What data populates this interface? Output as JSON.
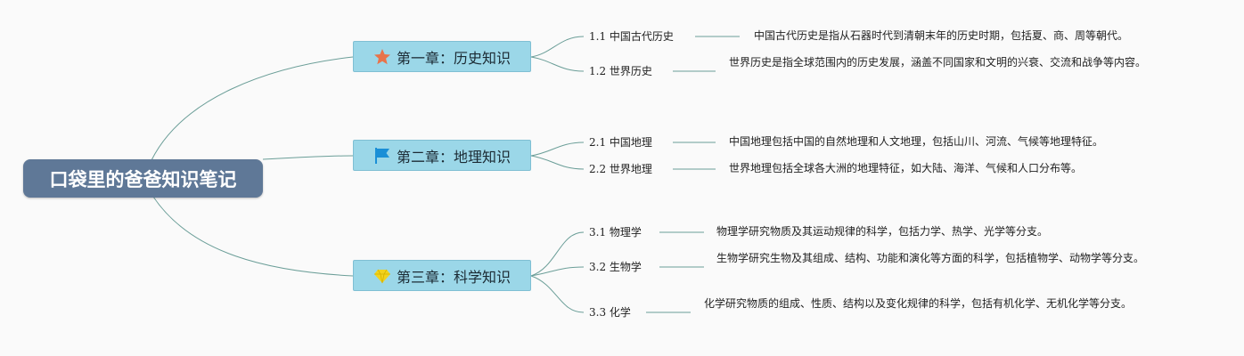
{
  "root": {
    "title": "口袋里的爸爸知识笔记"
  },
  "chapters": [
    {
      "title": "第一章：历史知识",
      "icon": "star-icon",
      "sections": [
        {
          "title": "1.1 中国古代历史",
          "desc": "中国古代历史是指从石器时代到清朝末年的历史时期，包括夏、商、周等朝代。"
        },
        {
          "title": "1.2 世界历史",
          "desc": "世界历史是指全球范围内的历史发展，涵盖不同国家和文明的兴衰、交流和战争等内容。"
        }
      ]
    },
    {
      "title": "第二章：地理知识",
      "icon": "flag-icon",
      "sections": [
        {
          "title": "2.1 中国地理",
          "desc": "中国地理包括中国的自然地理和人文地理，包括山川、河流、气候等地理特征。"
        },
        {
          "title": "2.2 世界地理",
          "desc": "世界地理包括全球各大洲的地理特征，如大陆、海洋、气候和人口分布等。"
        }
      ]
    },
    {
      "title": "第三章：科学知识",
      "icon": "diamond-icon",
      "sections": [
        {
          "title": "3.1 物理学",
          "desc": "物理学研究物质及其运动规律的科学，包括力学、热学、光学等分支。"
        },
        {
          "title": "3.2 生物学",
          "desc": "生物学研究生物及其组成、结构、功能和演化等方面的科学，包括植物学、动物学等分支。"
        },
        {
          "title": "3.3 化学",
          "desc": "化学研究物质的组成、性质、结构以及变化规律的科学，包括有机化学、无机化学等分支。"
        }
      ]
    }
  ],
  "colors": {
    "root_fill": "#5f7897",
    "chapter_fill": "#9bd7e8",
    "connector": "#6b9e98",
    "star": "#e8734a",
    "flag": "#1a8fd6",
    "diamond": "#f2d21c"
  }
}
